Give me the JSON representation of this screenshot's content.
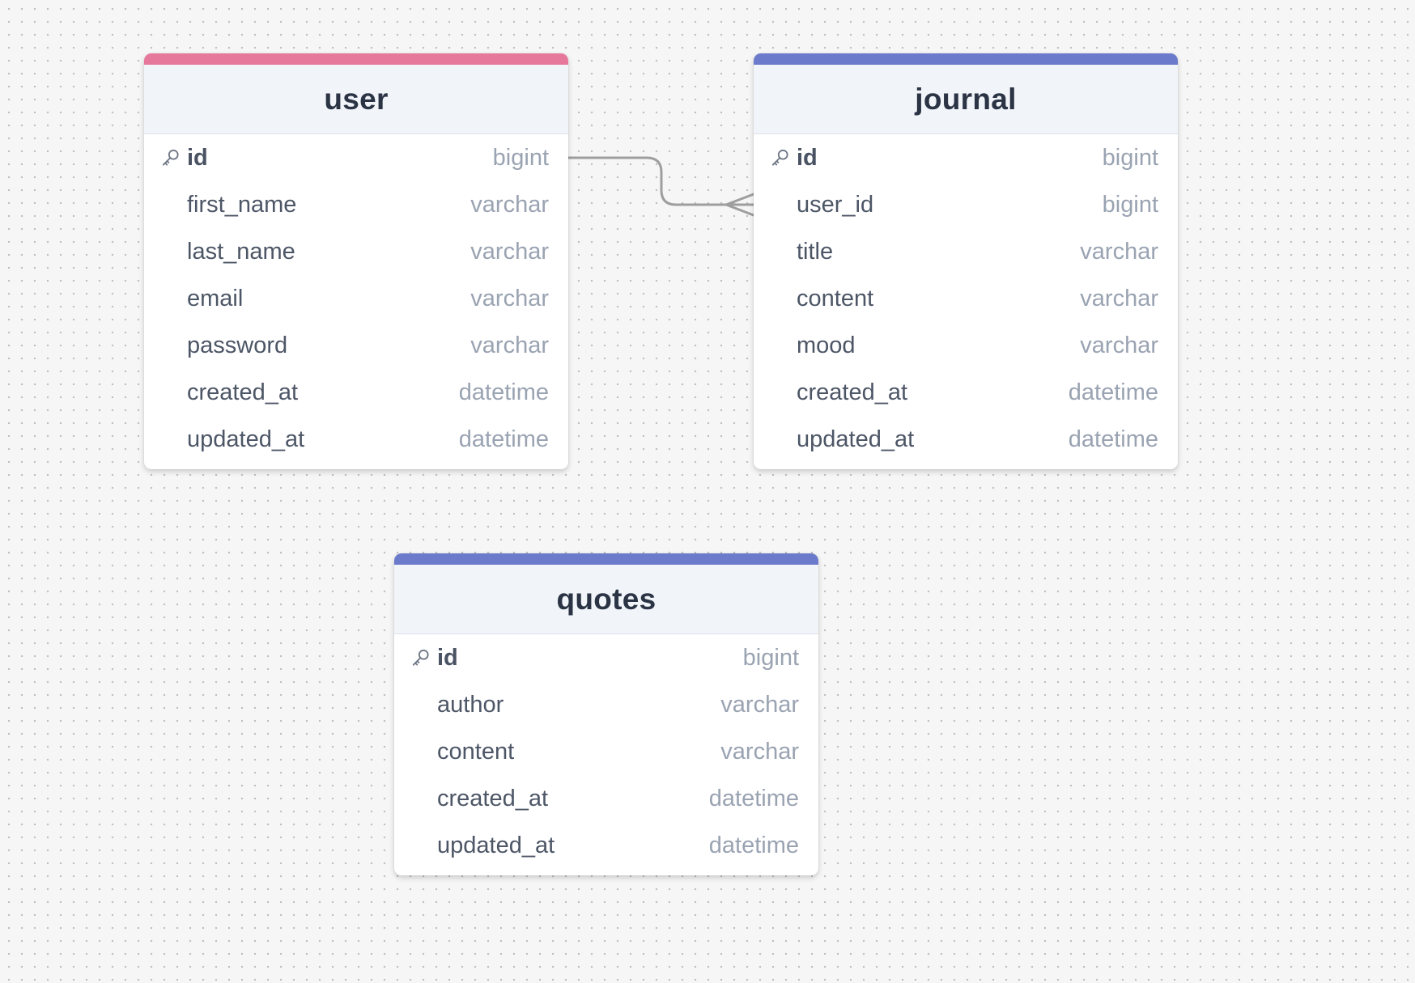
{
  "diagram": {
    "background": "#f6f6f6",
    "tables": [
      {
        "id": "user",
        "name": "user",
        "accent_color": "#e6799b",
        "columns": [
          {
            "name": "id",
            "type": "bigint",
            "primary_key": true
          },
          {
            "name": "first_name",
            "type": "varchar",
            "primary_key": false
          },
          {
            "name": "last_name",
            "type": "varchar",
            "primary_key": false
          },
          {
            "name": "email",
            "type": "varchar",
            "primary_key": false
          },
          {
            "name": "password",
            "type": "varchar",
            "primary_key": false
          },
          {
            "name": "created_at",
            "type": "datetime",
            "primary_key": false
          },
          {
            "name": "updated_at",
            "type": "datetime",
            "primary_key": false
          }
        ]
      },
      {
        "id": "journal",
        "name": "journal",
        "accent_color": "#6b7acb",
        "columns": [
          {
            "name": "id",
            "type": "bigint",
            "primary_key": true
          },
          {
            "name": "user_id",
            "type": "bigint",
            "primary_key": false
          },
          {
            "name": "title",
            "type": "varchar",
            "primary_key": false
          },
          {
            "name": "content",
            "type": "varchar",
            "primary_key": false
          },
          {
            "name": "mood",
            "type": "varchar",
            "primary_key": false
          },
          {
            "name": "created_at",
            "type": "datetime",
            "primary_key": false
          },
          {
            "name": "updated_at",
            "type": "datetime",
            "primary_key": false
          }
        ]
      },
      {
        "id": "quotes",
        "name": "quotes",
        "accent_color": "#6b7acb",
        "columns": [
          {
            "name": "id",
            "type": "bigint",
            "primary_key": true
          },
          {
            "name": "author",
            "type": "varchar",
            "primary_key": false
          },
          {
            "name": "content",
            "type": "varchar",
            "primary_key": false
          },
          {
            "name": "created_at",
            "type": "datetime",
            "primary_key": false
          },
          {
            "name": "updated_at",
            "type": "datetime",
            "primary_key": false
          }
        ]
      }
    ],
    "relationships": [
      {
        "from_table": "user",
        "from_column": "id",
        "to_table": "journal",
        "to_column": "user_id",
        "from_cardinality": "one",
        "to_cardinality": "many",
        "line_color": "#9e9e9e"
      }
    ]
  }
}
